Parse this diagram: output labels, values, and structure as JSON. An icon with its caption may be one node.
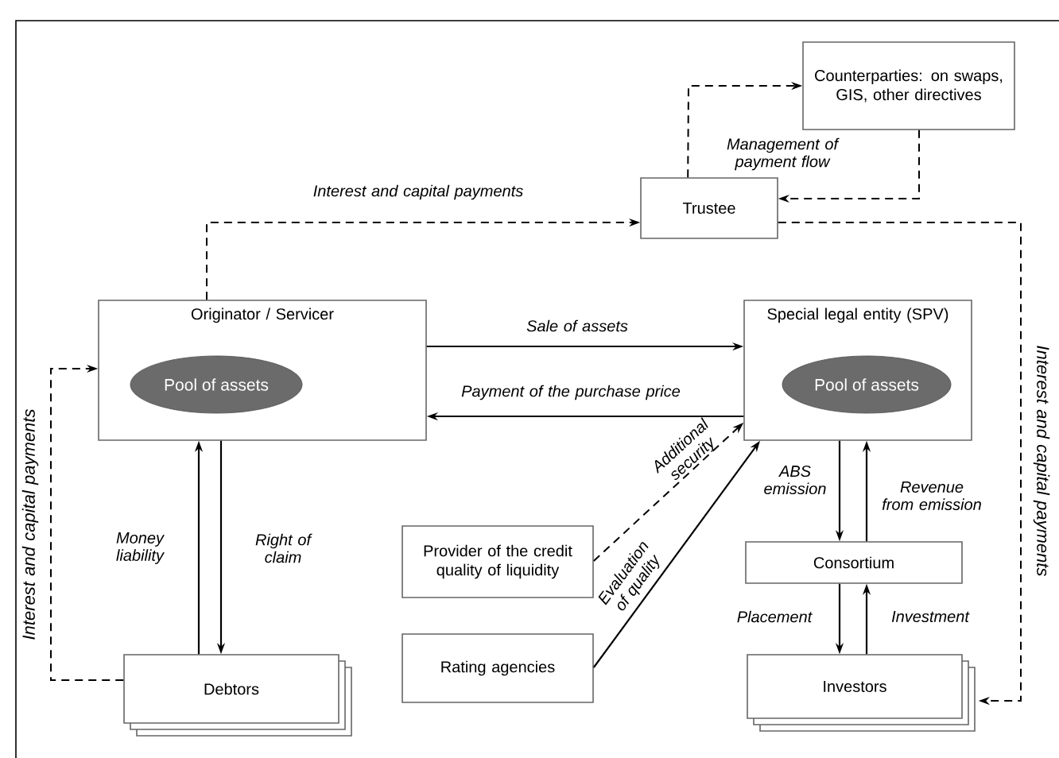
{
  "diagram": {
    "nodes": [
      {
        "text": [
          "Counterparties: on swaps, GIS, other directives"
        ]
      },
      {
        "text": [
          "Trustee"
        ]
      },
      {
        "text": [
          "Originator / Servicer"
        ]
      },
      {
        "text": [
          "Pool of assets"
        ],
        "in": 2
      },
      {
        "text": [
          "Special legal entity (SPV)"
        ]
      },
      {
        "text": [
          "Pool of assets"
        ],
        "in": 4
      },
      {
        "text": [
          "Provider of the credit quality of liquidity"
        ]
      },
      {
        "text": [
          "Rating agencies"
        ]
      },
      {
        "text": [
          "Debtors"
        ]
      },
      {
        "text": [
          "Consortium"
        ]
      },
      {
        "text": [
          "Investors"
        ]
      }
    ],
    "edges": [
      {
        "from": 1,
        "to": 0,
        "arrow": "to",
        "style": "dashed",
        "label": "Management of payment flow"
      },
      {
        "from": 0,
        "to": 1,
        "arrow": "to",
        "style": "dashed"
      },
      {
        "from": 2,
        "to": 1,
        "arrow": "to",
        "style": "dashed",
        "label": "Interest and capital payments"
      },
      {
        "from": 1,
        "to": 10,
        "arrow": "to",
        "style": "dashed",
        "label": "Interest and capital payments"
      },
      {
        "from": 8,
        "to": 2,
        "arrow": "to",
        "style": "dashed",
        "label": "Interest and capital payments"
      },
      {
        "from": 2,
        "to": 4,
        "arrow": "to",
        "label": "Sale of assets"
      },
      {
        "from": 4,
        "to": 2,
        "arrow": "to",
        "label": "Payment of the purchase price"
      },
      {
        "from": 8,
        "to": 2,
        "arrow": "to",
        "label": "Money liability"
      },
      {
        "from": 2,
        "to": 8,
        "arrow": "to",
        "label": "Right of claim"
      },
      {
        "from": 6,
        "to": 4,
        "arrow": "to",
        "style": "dashed",
        "label": "Additional security"
      },
      {
        "from": 7,
        "to": 4,
        "arrow": "to",
        "label": "Evaluation of quality"
      },
      {
        "from": 4,
        "to": 9,
        "arrow": "to",
        "label": "ABS emission"
      },
      {
        "from": 9,
        "to": 4,
        "arrow": "to",
        "label": "Revenue from emission"
      },
      {
        "from": 9,
        "to": 10,
        "arrow": "to",
        "label": "Placement"
      },
      {
        "from": 10,
        "to": 9,
        "arrow": "to",
        "label": "Investment"
      }
    ]
  }
}
